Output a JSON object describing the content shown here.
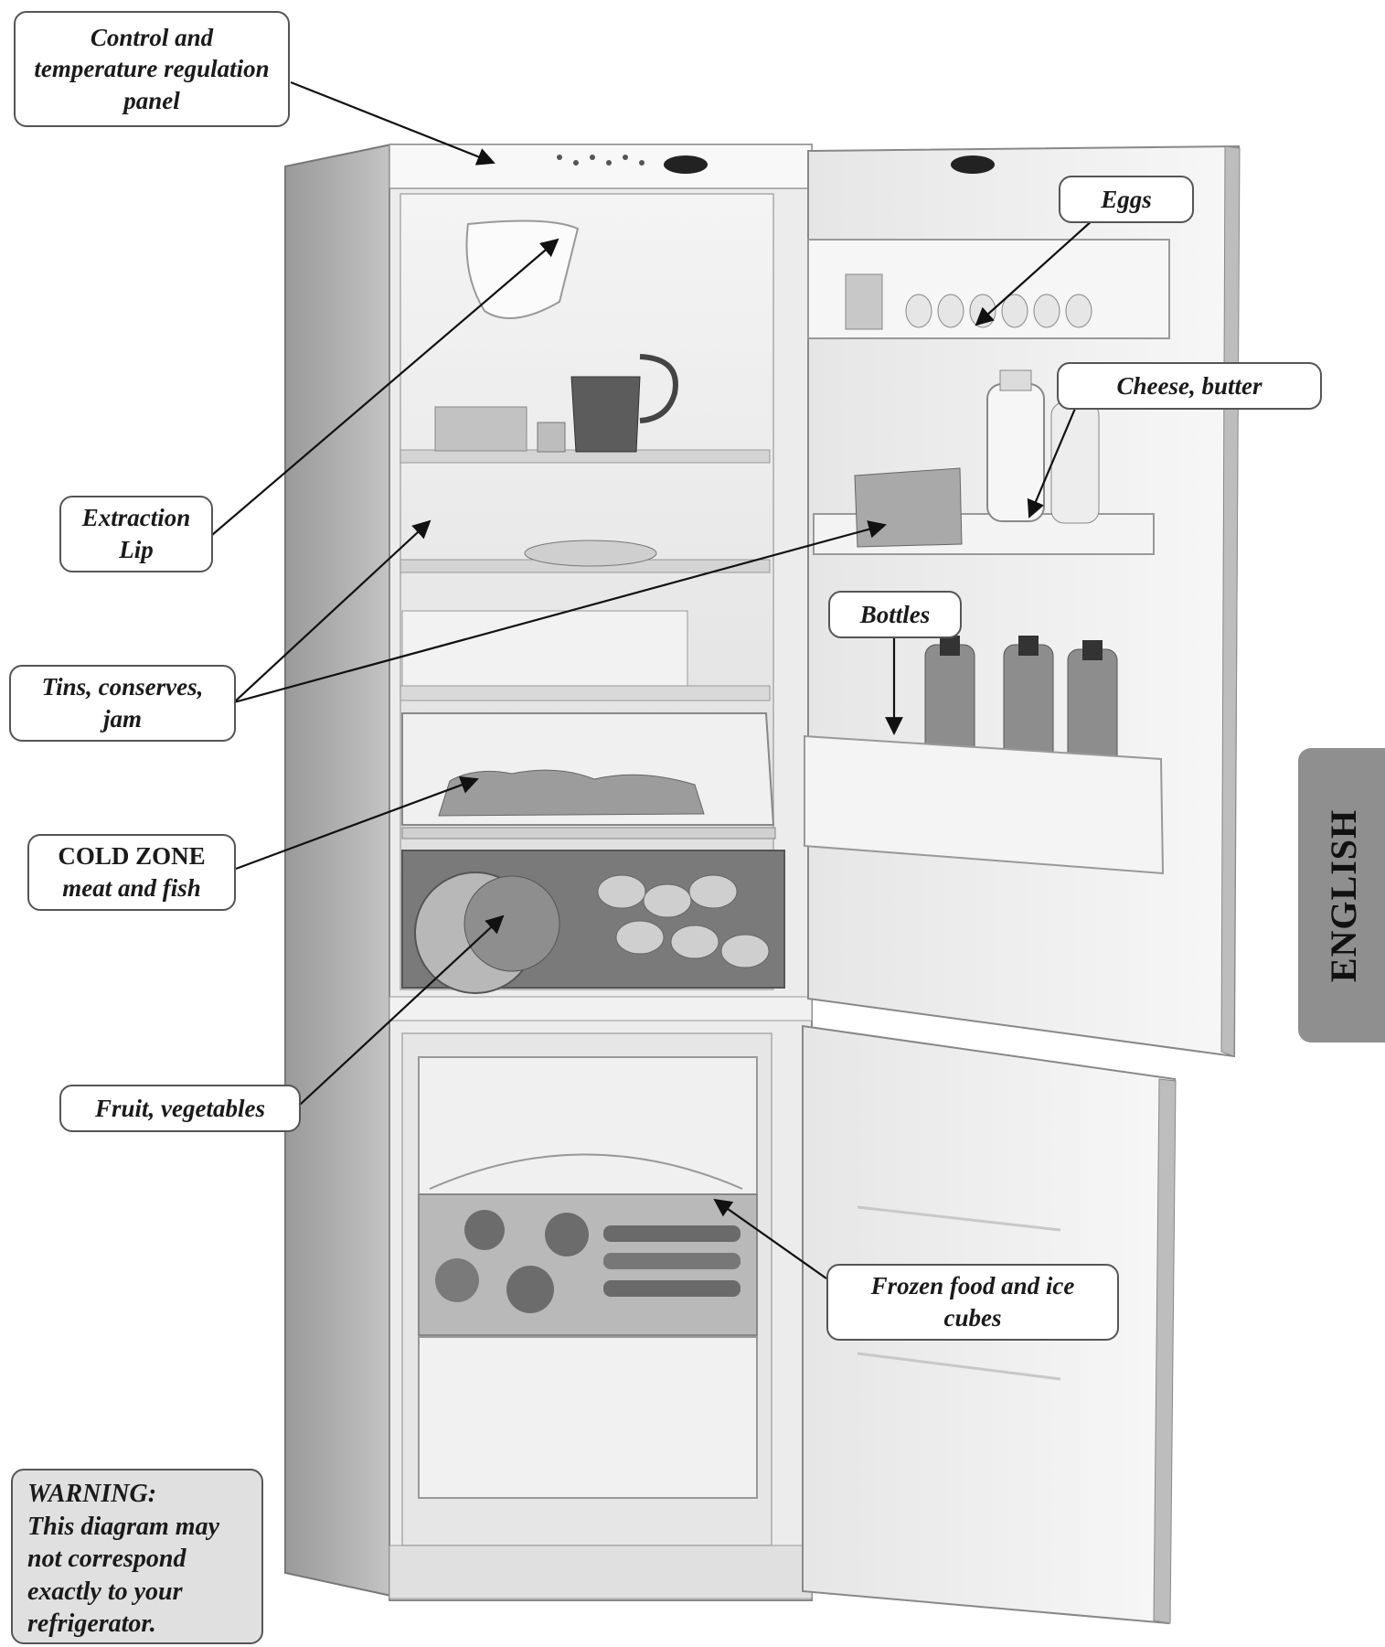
{
  "labels": {
    "control_panel": [
      "Control and",
      "temperature regulation",
      "panel"
    ],
    "extraction_lip": [
      "Extraction",
      "Lip"
    ],
    "tins": [
      "Tins, conserves,",
      "jam"
    ],
    "cold_zone": [
      "COLD ZONE",
      "meat and fish"
    ],
    "fruit": [
      "Fruit, vegetables"
    ],
    "eggs": [
      "Eggs"
    ],
    "cheese": [
      "Cheese, butter"
    ],
    "bottles": [
      "Bottles"
    ],
    "frozen": [
      "Frozen food and ice",
      "cubes"
    ]
  },
  "warning": [
    "WARNING:",
    "This diagram may",
    "not correspond",
    "exactly to your",
    "refrigerator."
  ],
  "language_tab": "ENGLISH",
  "colors": {
    "tab": "#8f8f8f",
    "warning_bg": "#e0e0e0",
    "border": "#555555"
  }
}
